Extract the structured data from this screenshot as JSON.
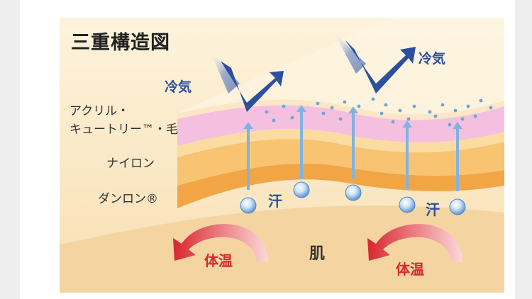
{
  "diagram": {
    "title": "三重構造図",
    "layers": {
      "acrylic_line1": "アクリル・",
      "acrylic_line2": "キュートリー™・毛",
      "nylon": "ナイロン",
      "danron": "ダンロン®"
    },
    "labels": {
      "cold_air_left": "冷気",
      "cold_air_right": "冷気",
      "sweat_left": "汗",
      "sweat_right": "汗",
      "skin": "肌",
      "body_heat_left": "体温",
      "body_heat_right": "体温"
    },
    "colors": {
      "background": "#fdf0d4",
      "skin": "#f4d6a4",
      "acrylic_layer": "#f6bfe0",
      "nylon_layer": "#f8c16f",
      "danron_layer": "#f3a84a",
      "cold_arrow": "#2c4fa0",
      "warm_arrow": "#d8262f",
      "sweat_arrow": "#7fb4e0"
    }
  }
}
